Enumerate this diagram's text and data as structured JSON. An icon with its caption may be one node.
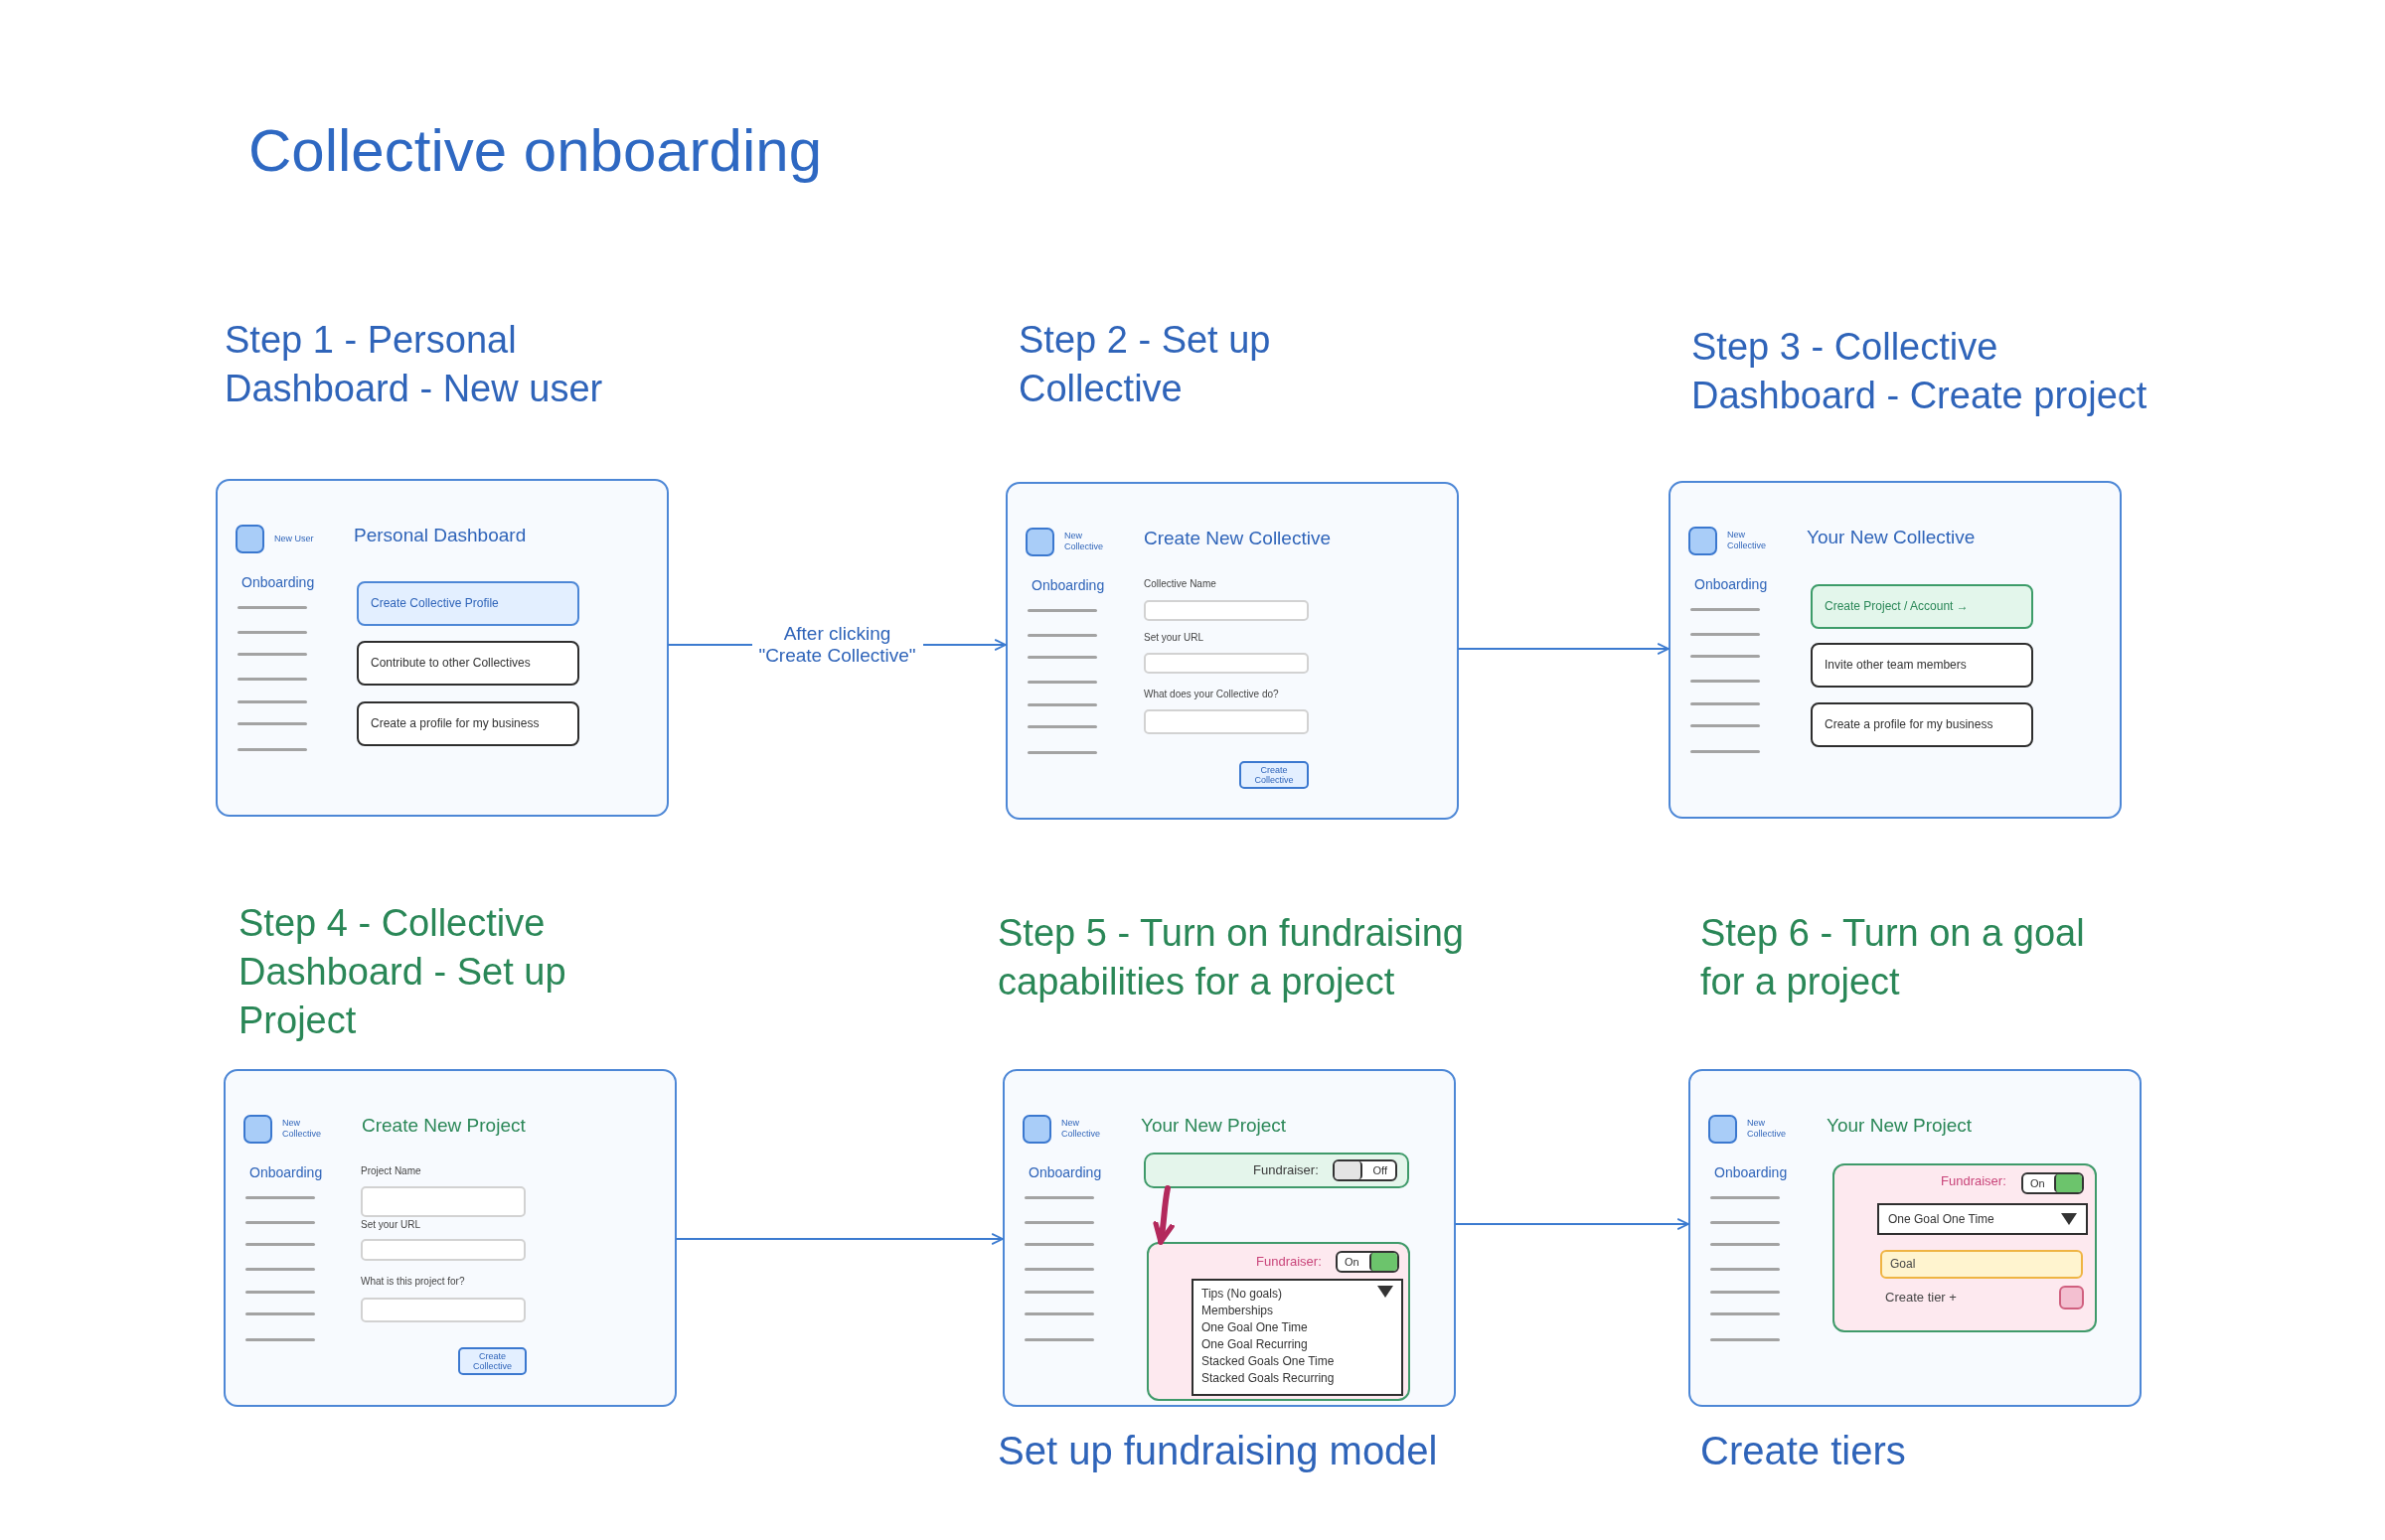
{
  "diagram": {
    "title": "Collective onboarding",
    "nodes": [
      {
        "text": [
          "Step 1 - Personal Dashboard - New user",
          "New User",
          "Personal Dashboard",
          "Onboarding"
        ]
      },
      {
        "text": [
          "Create Collective Profile"
        ],
        "in": 0
      },
      {
        "text": [
          "Contribute to other Collectives"
        ],
        "in": 0
      },
      {
        "text": [
          "Create a profile for my business"
        ],
        "in": 0
      },
      {
        "text": [
          "Step 2 - Set up Collective",
          "New Collective",
          "Create New Collective",
          "Onboarding"
        ]
      },
      {
        "text": [
          "Collective Name"
        ],
        "in": 4
      },
      {
        "text": [
          "Set your URL"
        ],
        "in": 4
      },
      {
        "text": [
          "What does your Collective do?"
        ],
        "in": 4
      },
      {
        "text": [
          "Create Collective"
        ],
        "in": 4
      },
      {
        "text": [
          "Step 3 - Collective Dashboard - Create project",
          "New Collective",
          "Your New Collective",
          "Onboarding"
        ]
      },
      {
        "text": [
          "Create Project / Account →"
        ],
        "in": 9
      },
      {
        "text": [
          "Invite other team members"
        ],
        "in": 9
      },
      {
        "text": [
          "Create a profile for my business"
        ],
        "in": 9
      },
      {
        "text": [
          "Step 4 - Collective Dashboard - Set up Project",
          "New Collective",
          "Create New Project",
          "Onboarding"
        ]
      },
      {
        "text": [
          "Project Name"
        ],
        "in": 13
      },
      {
        "text": [
          "Set your URL"
        ],
        "in": 13
      },
      {
        "text": [
          "What is this project for?"
        ],
        "in": 13
      },
      {
        "text": [
          "Create Collective"
        ],
        "in": 13
      },
      {
        "text": [
          "Step 5 - Turn on fundraising capabilities for a project",
          "New Collective",
          "Your New Project",
          "Onboarding"
        ],
        "beside": [
          "Set up fundraising model"
        ]
      },
      {
        "text": [
          "Fundraiser:"
        ],
        "in": 18
      },
      {
        "text": [
          "Off"
        ],
        "in": 19
      },
      {
        "text": [
          "Fundraiser:"
        ],
        "in": 18
      },
      {
        "text": [
          "On"
        ],
        "in": 21
      },
      {
        "text": [
          "Tips (No goals)",
          "Memberships",
          "One Goal One Time",
          "One Goal Recurring",
          "Stacked Goals One Time",
          "Stacked Goals Recurring"
        ],
        "in": 21
      },
      {
        "text": [
          "Step 6 - Turn on a goal for a project",
          "New Collective",
          "Your New Project",
          "Onboarding"
        ],
        "beside": [
          "Create tiers"
        ]
      },
      {
        "text": [
          "Fundraiser:",
          "Create tier +"
        ],
        "in": 24
      },
      {
        "text": [
          "On"
        ],
        "in": 25
      },
      {
        "text": [
          "One Goal One Time"
        ],
        "in": 25
      },
      {
        "text": [
          "Goal"
        ],
        "in": 25
      }
    ],
    "edges": [
      {
        "from": 0,
        "to": 4,
        "arrow": "to",
        "label": "After clicking \"Create Collective\""
      },
      {
        "from": 4,
        "to": 9,
        "arrow": "to"
      },
      {
        "from": 13,
        "to": 18,
        "arrow": "to"
      },
      {
        "from": 18,
        "to": 24,
        "arrow": "to"
      },
      {
        "from": 19,
        "to": 21,
        "arrow": "to",
        "style": "thick",
        "color": "#b3295c"
      }
    ]
  }
}
